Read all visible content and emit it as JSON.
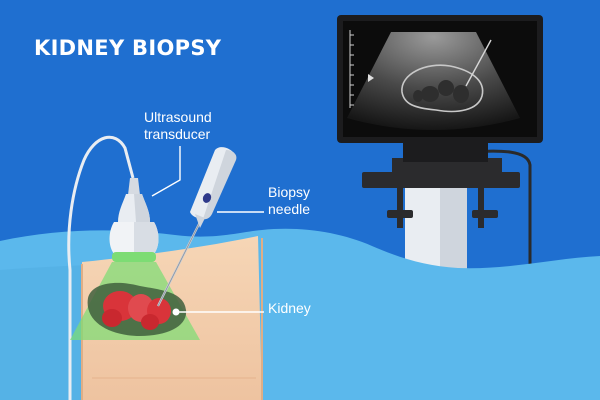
{
  "title": "KIDNEY BIOPSY",
  "labels": {
    "transducer": [
      "Ultrasound",
      "transducer"
    ],
    "needle": [
      "Biopsy",
      "needle"
    ],
    "kidney": "Kidney"
  },
  "colors": {
    "background": "#1f6fd0",
    "water": "#5bb8ec",
    "skin": "#f2c9a5",
    "kidney": "#d9343a",
    "beam": "#7ddc74",
    "monitor": "#1c1c1e",
    "stand": "#e9edf2"
  },
  "icons": [
    "ultrasound-transducer-icon",
    "biopsy-needle-icon",
    "kidney-icon",
    "ultrasound-monitor-icon"
  ]
}
